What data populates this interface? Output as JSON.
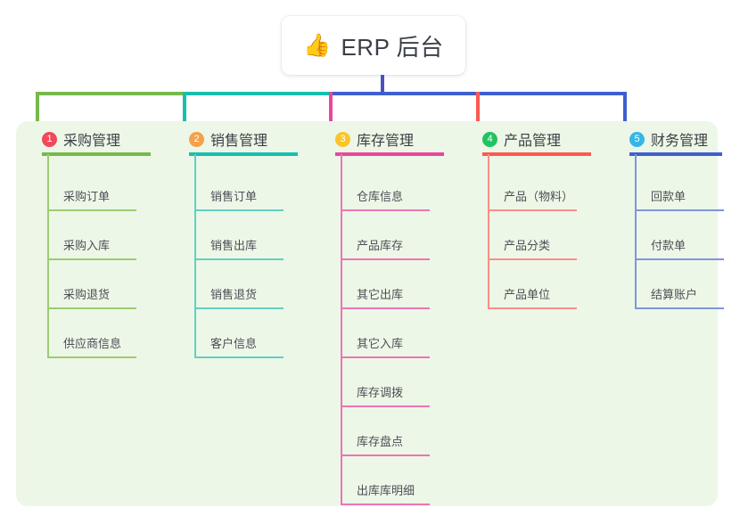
{
  "root": {
    "icon": "thumbs-up-icon",
    "icon_glyph": "👍",
    "title": "ERP 后台"
  },
  "palette": {
    "panel_bg": "#edf7e7",
    "trunk": "#4a52bf",
    "branch_purchase": "#77b94b",
    "branch_sales": "#17c0ae",
    "branch_inventory": "#e8479d",
    "branch_product": "#fb5a51",
    "branch_finance": "#3f5fcf",
    "badge_1": "#f2485b",
    "badge_2": "#f5a04a",
    "badge_3": "#fbc429",
    "badge_4": "#21c361",
    "badge_5": "#35b6e8"
  },
  "columns": [
    {
      "index": "1",
      "badge_color": "#f2485b",
      "line_color": "#77b94b",
      "rule_color": "#9ccb72",
      "title": "采购管理",
      "items": [
        "采购订单",
        "采购入库",
        "采购退货",
        "供应商信息"
      ]
    },
    {
      "index": "2",
      "badge_color": "#f5a04a",
      "line_color": "#17c0ae",
      "rule_color": "#63cfc3",
      "title": "销售管理",
      "items": [
        "销售订单",
        "销售出库",
        "销售退货",
        "客户信息"
      ]
    },
    {
      "index": "3",
      "badge_color": "#fbc429",
      "line_color": "#e8479d",
      "rule_color": "#ee74b4",
      "title": "库存管理",
      "items": [
        "仓库信息",
        "产品库存",
        "其它出库",
        "其它入库",
        "库存调拨",
        "库存盘点",
        "出库库明细"
      ]
    },
    {
      "index": "4",
      "badge_color": "#21c361",
      "line_color": "#fb5a51",
      "rule_color": "#fb8e88",
      "title": "产品管理",
      "items": [
        "产品（物料）",
        "产品分类",
        "产品单位"
      ]
    },
    {
      "index": "5",
      "badge_color": "#35b6e8",
      "line_color": "#3f5fcf",
      "rule_color": "#7e95de",
      "title": "财务管理",
      "items": [
        "回款单",
        "付款单",
        "结算账户"
      ]
    }
  ]
}
